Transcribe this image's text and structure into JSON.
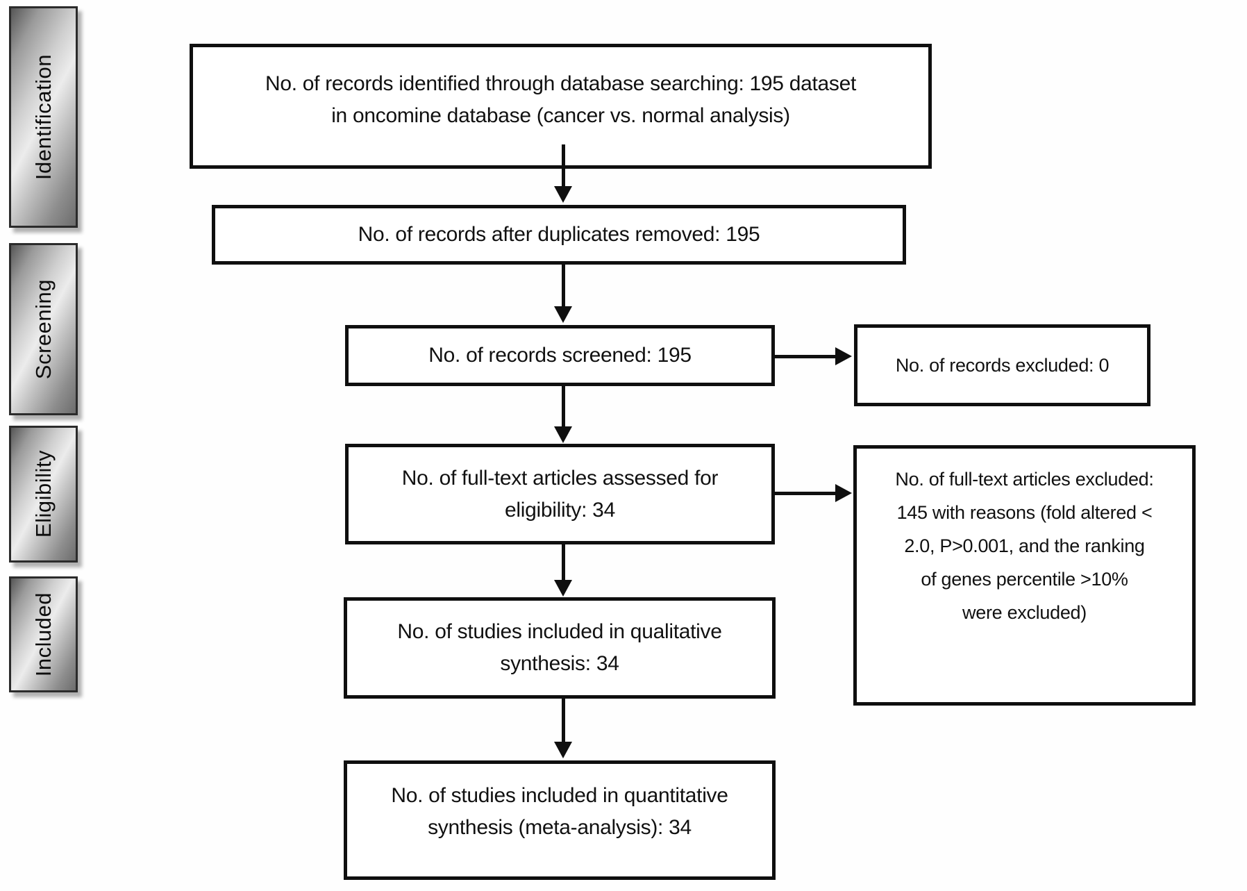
{
  "diagram": {
    "kind": "prisma-flow",
    "background": "#ffffff",
    "box_border_color": "#0f0f0f",
    "arrow_color": "#0f0f0f",
    "stage_gradient": [
      "#565656",
      "#ececec",
      "#6c6c6c"
    ]
  },
  "stages": [
    {
      "id": "identification",
      "label": "Identification"
    },
    {
      "id": "screening",
      "label": "Screening"
    },
    {
      "id": "eligibility",
      "label": "Eligibility"
    },
    {
      "id": "included",
      "label": "Included"
    }
  ],
  "flow": {
    "main": [
      {
        "id": "records-identified",
        "lines": [
          "No. of records identified through database searching: 195 dataset",
          "in oncomine database (cancer vs. normal analysis)"
        ]
      },
      {
        "id": "duplicates-removed",
        "lines": [
          "No. of records after duplicates removed: 195"
        ]
      },
      {
        "id": "records-screened",
        "lines": [
          "No. of records screened: 195"
        ]
      },
      {
        "id": "fulltext-assessed",
        "lines": [
          "No. of full-text articles assessed for",
          "eligibility: 34"
        ]
      },
      {
        "id": "qualitative-synthesis",
        "lines": [
          "No. of studies included in qualitative",
          "synthesis: 34"
        ]
      },
      {
        "id": "quantitative-synthesis",
        "lines": [
          "No. of studies included in quantitative",
          "synthesis (meta-analysis): 34"
        ]
      }
    ],
    "excluded": [
      {
        "id": "records-excluded",
        "lines": [
          "No. of records excluded: 0"
        ]
      },
      {
        "id": "fulltext-excluded",
        "lines": [
          "No. of full-text articles excluded:",
          "145 with reasons (fold altered <",
          "2.0, P>0.001, and the ranking",
          "of genes percentile >10%",
          "were excluded)"
        ]
      }
    ]
  }
}
